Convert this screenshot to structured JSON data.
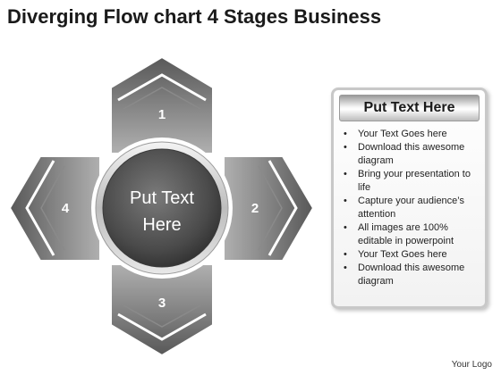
{
  "title": "Diverging Flow chart 4 Stages Business",
  "center_label": [
    "Put Text",
    "Here"
  ],
  "stages": [
    {
      "number": "1"
    },
    {
      "number": "2"
    },
    {
      "number": "3"
    },
    {
      "number": "4"
    }
  ],
  "panel": {
    "header": "Put Text Here",
    "bullets": [
      "Your Text Goes here",
      "Download this awesome diagram",
      "Bring your presentation to life",
      "Capture your audience’s attention",
      "All images are 100% editable in powerpoint",
      "Your Text Goes here",
      "Download this awesome diagram"
    ]
  },
  "footer": "Your Logo",
  "colors": {
    "arrow_dark": "#6e6e6e",
    "arrow_light": "#c4c4c4",
    "panel_border": "#c8c8c8"
  }
}
